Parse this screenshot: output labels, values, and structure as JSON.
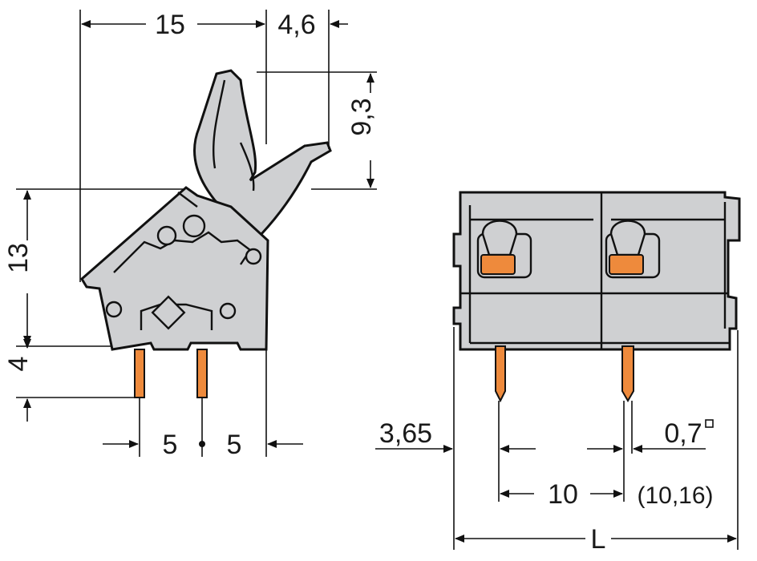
{
  "side_view": {
    "dim_width": "15",
    "dim_lever_offset": "4,6",
    "dim_lever_height": "9,3",
    "dim_body_height": "13",
    "dim_pin_length": "4",
    "dim_pitch_left": "5",
    "dim_pitch_right": "5"
  },
  "front_view": {
    "dim_edge_offset": "3,65",
    "dim_pin_size": "0,7",
    "dim_pitch": "10",
    "dim_pitch_alt": "(10,16)",
    "dim_length": "L"
  },
  "colors": {
    "housing": "#cfd0d2",
    "pin": "#ee8a3c",
    "line": "#111111"
  }
}
